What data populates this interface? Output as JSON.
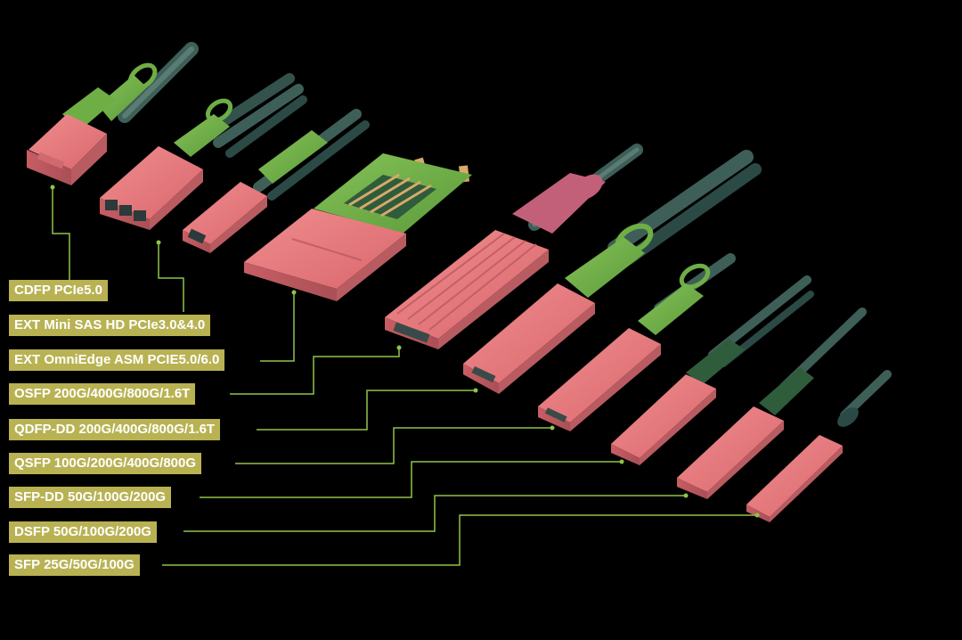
{
  "colors": {
    "background": "#000000",
    "label_fill": "#b8b253",
    "leader_line": "#8fc34a",
    "connector_pink": "#e8787b",
    "connector_pink_dark": "#b55a60",
    "latch_green": "#6fae45",
    "cable_dark": "#2b4a45",
    "cable_light": "#4f6d66",
    "gold": "#d9a86b"
  },
  "labels": [
    {
      "id": "cdfp",
      "text": "CDFP PCIe5.0"
    },
    {
      "id": "mini-sas",
      "text": "EXT Mini SAS HD PCIe3.0&4.0"
    },
    {
      "id": "omniedge",
      "text": "EXT OmniEdge ASM PCIE5.0/6.0"
    },
    {
      "id": "osfp",
      "text": "OSFP 200G/400G/800G/1.6T"
    },
    {
      "id": "qdfp-dd",
      "text": "QDFP-DD 200G/400G/800G/1.6T"
    },
    {
      "id": "qsfp",
      "text": "QSFP 100G/200G/400G/800G"
    },
    {
      "id": "sfp-dd",
      "text": "SFP-DD 50G/100G/200G"
    },
    {
      "id": "dsfp",
      "text": "DSFP 50G/100G/200G"
    },
    {
      "id": "sfp",
      "text": "SFP 25G/50G/100G"
    }
  ],
  "connectors": [
    {
      "id": "cdfp",
      "icon": "cdfp-connector-icon"
    },
    {
      "id": "mini-sas",
      "icon": "mini-sas-connector-icon"
    },
    {
      "id": "omniedge",
      "icon": "omniedge-connector-icon"
    },
    {
      "id": "osfp",
      "icon": "osfp-connector-icon"
    },
    {
      "id": "qdfp-dd",
      "icon": "qdfp-dd-connector-icon"
    },
    {
      "id": "qsfp",
      "icon": "qsfp-connector-icon"
    },
    {
      "id": "sfp-dd",
      "icon": "sfp-dd-connector-icon"
    },
    {
      "id": "dsfp",
      "icon": "dsfp-connector-icon"
    },
    {
      "id": "sfp",
      "icon": "sfp-connector-icon"
    }
  ]
}
